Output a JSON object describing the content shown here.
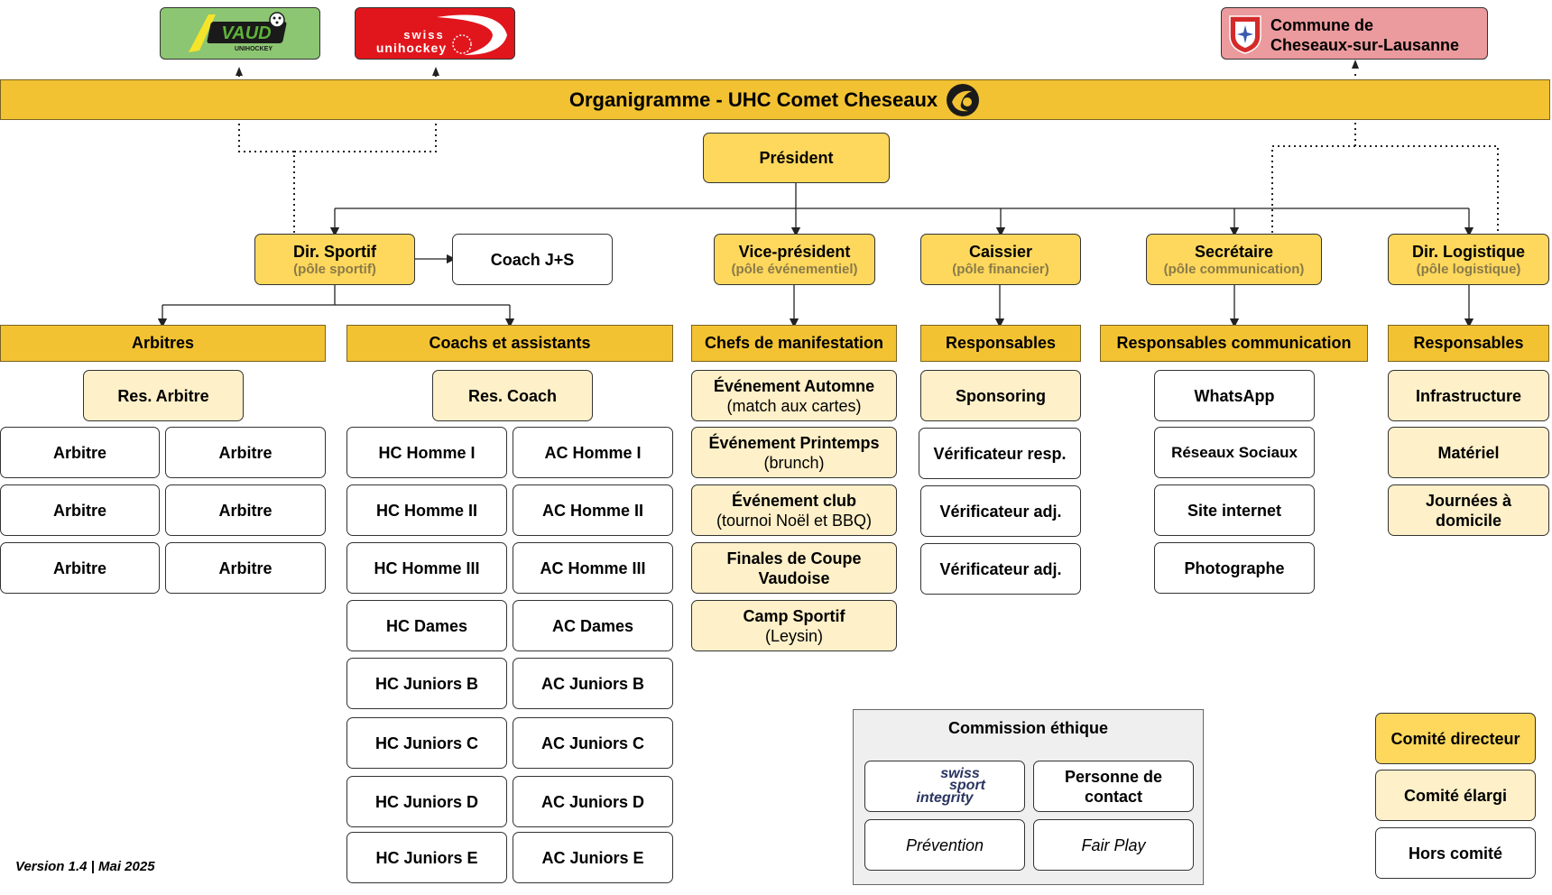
{
  "title": "Organigramme - UHC Comet Cheseaux",
  "logos": {
    "vaud_text": "VAUD",
    "vaud_sub": "UNIHOCKEY",
    "swiss_line1": "swiss",
    "swiss_line2": "unihockey",
    "commune_line1": "Commune de",
    "commune_line2": "Cheseaux-sur-Lausanne"
  },
  "president": "Président",
  "coach_js": "Coach J+S",
  "poles": [
    {
      "title": "Dir. Sportif",
      "sub": "(pôle sportif)"
    },
    {
      "title": "Vice-président",
      "sub": "(pôle événementiel)"
    },
    {
      "title": "Caissier",
      "sub": "(pôle financier)"
    },
    {
      "title": "Secrétaire",
      "sub": "(pôle communication)"
    },
    {
      "title": "Dir. Logistique",
      "sub": "(pôle logistique)"
    }
  ],
  "headers": {
    "arbitres": "Arbitres",
    "coachs": "Coachs et assistants",
    "chefs": "Chefs de manifestation",
    "responsables_fin": "Responsables",
    "responsables_com": "Responsables communication",
    "responsables_log": "Responsables"
  },
  "res_arbitre": "Res. Arbitre",
  "res_coach": "Res. Coach",
  "arbitres": [
    "Arbitre",
    "Arbitre",
    "Arbitre",
    "Arbitre",
    "Arbitre",
    "Arbitre"
  ],
  "hc": [
    "HC Homme I",
    "HC Homme II",
    "HC Homme III",
    "HC Dames",
    "HC Juniors B",
    "HC Juniors C",
    "HC Juniors D",
    "HC Juniors E"
  ],
  "ac": [
    "AC Homme I",
    "AC Homme II",
    "AC Homme III",
    "AC Dames",
    "AC Juniors B",
    "AC Juniors C",
    "AC Juniors D",
    "AC Juniors E"
  ],
  "events": [
    {
      "title": "Événement Automne",
      "sub": "(match aux cartes)"
    },
    {
      "title": "Événement Printemps",
      "sub": "(brunch)"
    },
    {
      "title": "Événement club",
      "sub": "(tournoi Noël et BBQ)"
    },
    {
      "title": "Finales de Coupe",
      "sub": "Vaudoise"
    },
    {
      "title": "Camp Sportif",
      "sub": "(Leysin)"
    }
  ],
  "finance": [
    "Sponsoring",
    "Vérificateur resp.",
    "Vérificateur adj.",
    "Vérificateur adj."
  ],
  "communication": [
    "WhatsApp",
    "Réseaux Sociaux",
    "Site internet",
    "Photographe"
  ],
  "logistique": [
    "Infrastructure",
    "Matériel",
    "Journées à",
    "domicile"
  ],
  "commission": {
    "title": "Commission éthique",
    "integrity_line1": "swiss",
    "integrity_line2": "sport",
    "integrity_line3": "integrity",
    "contact_line1": "Personne de",
    "contact_line2": "contact",
    "prevention": "Prévention",
    "fairplay": "Fair Play"
  },
  "legend": {
    "directeur": "Comité directeur",
    "elargi": "Comité élargi",
    "hors": "Hors comité"
  },
  "version": "Version 1.4 | Mai 2025",
  "colors": {
    "gold": "#fdd85c",
    "header": "#f2c233",
    "light": "#fef0c8",
    "vaud_green": "#8cc672",
    "swiss_red": "#e1161c",
    "commune_pink": "#eb9a9d"
  }
}
